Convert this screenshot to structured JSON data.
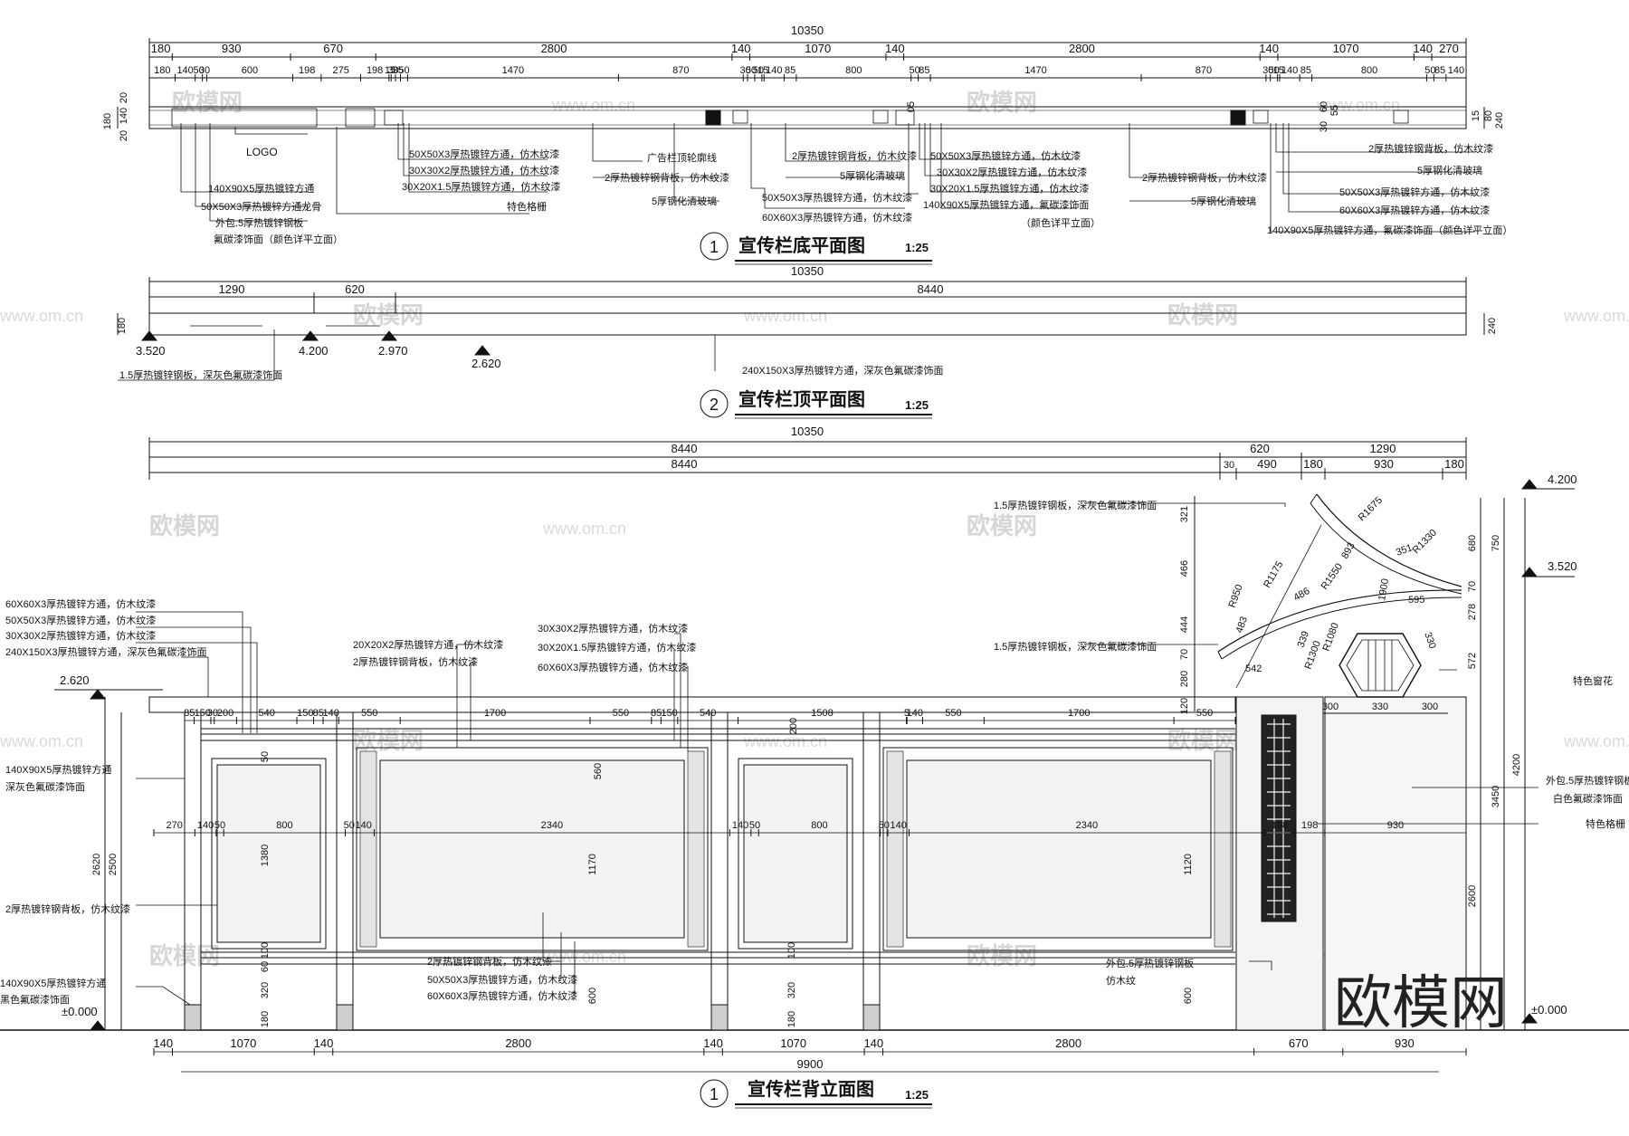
{
  "watermark": {
    "cn": "欧模网",
    "url": "www.om.cn",
    "brand": "欧模网"
  },
  "view1": {
    "num": "1",
    "title": "宣传栏底平面图",
    "scale": "1:25",
    "total": "10350",
    "row1": [
      "180",
      "930",
      "670",
      "2800",
      "140",
      "1070",
      "140",
      "2800",
      "140",
      "1070",
      "140",
      "270"
    ],
    "row2": [
      "180",
      "140",
      "50",
      "30",
      "600",
      "198",
      "275",
      "198",
      "15",
      "30",
      "35",
      "50",
      "1470",
      "870",
      "30",
      "50",
      "50",
      "15",
      "140",
      "85",
      "800",
      "50",
      "85",
      "1470",
      "870",
      "30",
      "50",
      "15",
      "140",
      "85",
      "800",
      "50",
      "85",
      "140"
    ],
    "left_dims": [
      "180",
      "20",
      "140",
      "20"
    ],
    "right_dims": [
      "15",
      "80",
      "240",
      "60",
      "30",
      "55",
      "05"
    ],
    "labels": {
      "logo": "LOGO",
      "a1": "140X90X5厚热镀锌方通",
      "a2": "50X50X3厚热镀锌方通龙骨",
      "a3": "外包.5厚热镀锌钢板",
      "a4": "氟碳漆饰面（颜色详平立面）",
      "b1": "50X50X3厚热镀锌方通，仿木纹漆",
      "b2": "30X30X2厚热镀锌方通，仿木纹漆",
      "b3": "30X20X1.5厚热镀锌方通，仿木纹漆",
      "b4": "特色格栅",
      "c1": "广告栏顶轮廓线",
      "c2": "2厚热镀锌钢背板，仿木纹漆",
      "c3": "5厚钢化清玻璃",
      "d1": "2厚热镀锌钢背板，仿木纹漆",
      "d2": "5厚钢化清玻璃",
      "d3": "50X50X3厚热镀锌方通，仿木纹漆",
      "d4": "60X60X3厚热镀锌方通，仿木纹漆",
      "e1": "50X50X3厚热镀锌方通，仿木纹漆",
      "e2": "30X30X2厚热镀锌方通，仿木纹漆",
      "e3": "30X20X1.5厚热镀锌方通，仿木纹漆",
      "e4": "140X90X5厚热镀锌方通，氟碳漆饰面",
      "e5": "（颜色详平立面）",
      "f1": "2厚热镀锌钢背板，仿木纹漆",
      "f2": "5厚钢化清玻璃",
      "g1": "2厚热镀锌钢背板，仿木纹漆",
      "g2": "5厚钢化清玻璃",
      "g3": "50X50X3厚热镀锌方通，仿木纹漆",
      "g4": "60X60X3厚热镀锌方通，仿木纹漆",
      "g5": "140X90X5厚热镀锌方通，氟碳漆饰面（颜色详平立面）"
    }
  },
  "view2": {
    "num": "2",
    "title": "宣传栏顶平面图",
    "scale": "1:25",
    "total": "10350",
    "row": [
      "1290",
      "620",
      "8440"
    ],
    "left_dim": "180",
    "right_dim": "240",
    "levels": [
      "3.520",
      "4.200",
      "2.970",
      "2.620"
    ],
    "label1": "1.5厚热镀锌钢板，深灰色氟碳漆饰面",
    "label2": "240X150X3厚热镀锌方通，深灰色氟碳漆饰面"
  },
  "view3": {
    "num": "1",
    "title": "宣传栏背立面图",
    "scale": "1:25",
    "total": "10350",
    "row1": [
      "8440",
      "620",
      "1290"
    ],
    "row2": [
      "8440",
      "30",
      "490",
      "180",
      "930",
      "180"
    ],
    "bottom": [
      "140",
      "1070",
      "140",
      "2800",
      "140",
      "1070",
      "140",
      "2800",
      "670",
      "930"
    ],
    "bottom_total": "9900",
    "left_total": "2620",
    "left_inner": "2500",
    "levels": {
      "l1": "2.620",
      "l2": "±0.000",
      "r1": "4.200",
      "r2": "3.520",
      "r3": "±0.000"
    },
    "right_dims": [
      "680",
      "750",
      "278",
      "70",
      "572",
      "4200",
      "3450",
      "2600"
    ],
    "curve_dims": [
      "321",
      "466",
      "444",
      "280",
      "70",
      "120",
      "R1675",
      "R1330",
      "R1550",
      "R1175",
      "R950",
      "R1300",
      "R1080",
      "893",
      "486",
      "483",
      "542",
      "351",
      "595",
      "339",
      "330",
      "1900",
      "300",
      "330",
      "300"
    ],
    "mid_row": [
      "270",
      "140",
      "50",
      "800",
      "50",
      "140",
      "2340",
      "140",
      "50",
      "800",
      "50",
      "140",
      "2340",
      "198",
      "198",
      "930"
    ],
    "top_row": [
      "85",
      "150",
      "30",
      "200",
      "540",
      "150",
      "85",
      "140",
      "550",
      "1700",
      "550",
      "85",
      "150",
      "540",
      "1508",
      "5",
      "140",
      "550",
      "1700",
      "550"
    ],
    "v_dims": [
      "1380",
      "1170",
      "1120",
      "600",
      "320",
      "180",
      "100",
      "50",
      "60",
      "200",
      "560"
    ],
    "labels": {
      "l1": "60X60X3厚热镀锌方通，仿木纹漆",
      "l2": "50X50X3厚热镀锌方通，仿木纹漆",
      "l3": "30X30X2厚热镀锌方通，仿木纹漆",
      "l4": "240X150X3厚热镀锌方通，深灰色氟碳漆饰面",
      "l5": "140X90X5厚热镀锌方通",
      "l6": "深灰色氟碳漆饰面",
      "l7": "2厚热镀锌钢背板，仿木纹漆",
      "l8": "140X90X5厚热镀锌方通",
      "l9": "黑色氟碳漆饰面",
      "m1": "20X20X2厚热镀锌方通，仿木纹漆",
      "m2": "2厚热镀锌钢背板，仿木纹漆",
      "m3": "30X30X2厚热镀锌方通，仿木纹漆",
      "m4": "30X20X1.5厚热镀锌方通，仿木纹漆",
      "m5": "60X60X3厚热镀锌方通，仿木纹漆",
      "m6": "2厚热镀锌钢背板，仿木纹漆",
      "m7": "50X50X3厚热镀锌方通，仿木纹漆",
      "m8": "60X60X3厚热镀锌方通，仿木纹漆",
      "r1": "1.5厚热镀锌钢板，深灰色氟碳漆饰面",
      "r2": "1.5厚热镀锌钢板，深灰色氟碳漆饰面",
      "r3": "特色窗花",
      "r4": "外包.5厚热镀锌钢板",
      "r5": "白色氟碳漆饰面",
      "r6": "特色格栅",
      "r7": "外包.5厚热镀锌钢板",
      "r8": "仿木纹"
    }
  }
}
